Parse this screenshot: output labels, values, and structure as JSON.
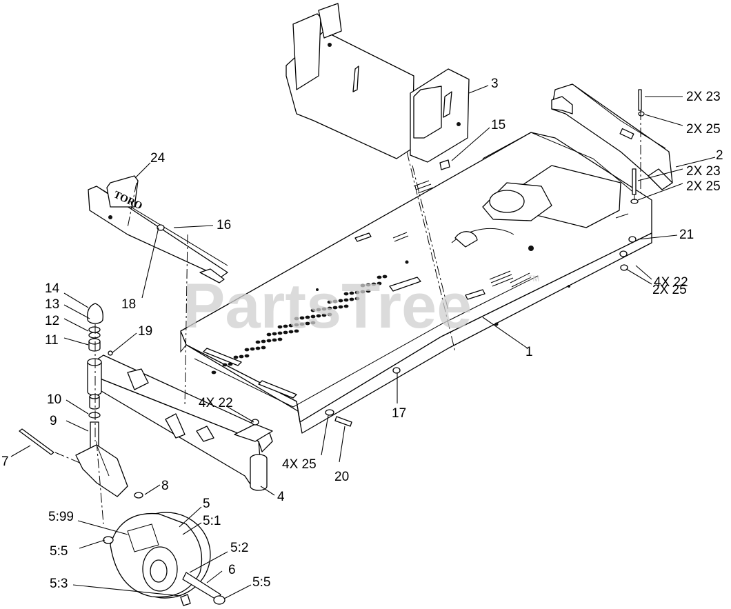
{
  "watermark": {
    "text": "PartsTree",
    "trademark": "TM"
  },
  "decal_text": "TORO",
  "callouts": [
    {
      "id": "c1",
      "text": "1"
    },
    {
      "id": "c2",
      "text": "2"
    },
    {
      "id": "c3",
      "text": "3"
    },
    {
      "id": "c4",
      "text": "4"
    },
    {
      "id": "c5",
      "text": "5"
    },
    {
      "id": "c6",
      "text": "6"
    },
    {
      "id": "c7",
      "text": "7"
    },
    {
      "id": "c8",
      "text": "8"
    },
    {
      "id": "c9",
      "text": "9"
    },
    {
      "id": "c10",
      "text": "10"
    },
    {
      "id": "c11",
      "text": "11"
    },
    {
      "id": "c12",
      "text": "12"
    },
    {
      "id": "c13",
      "text": "13"
    },
    {
      "id": "c14",
      "text": "14"
    },
    {
      "id": "c15",
      "text": "15"
    },
    {
      "id": "c16",
      "text": "16"
    },
    {
      "id": "c17",
      "text": "17"
    },
    {
      "id": "c18",
      "text": "18"
    },
    {
      "id": "c19",
      "text": "19"
    },
    {
      "id": "c20",
      "text": "20"
    },
    {
      "id": "c21",
      "text": "21"
    },
    {
      "id": "c24",
      "text": "24"
    },
    {
      "id": "c2x23a",
      "text": "2X 23"
    },
    {
      "id": "c2x25a",
      "text": "2X 25"
    },
    {
      "id": "c2x23b",
      "text": "2X 23"
    },
    {
      "id": "c2x25b",
      "text": "2X 25"
    },
    {
      "id": "c4x22a",
      "text": "4X 22"
    },
    {
      "id": "c2x25c",
      "text": "2X 25"
    },
    {
      "id": "c4x22b",
      "text": "4X 22"
    },
    {
      "id": "c4x25",
      "text": "4X 25"
    },
    {
      "id": "c5_99",
      "text": "5:99"
    },
    {
      "id": "c5_1",
      "text": "5:1"
    },
    {
      "id": "c5_5a",
      "text": "5:5"
    },
    {
      "id": "c5_2",
      "text": "5:2"
    },
    {
      "id": "c5_3",
      "text": "5:3"
    },
    {
      "id": "c5_5b",
      "text": "5:5"
    }
  ]
}
